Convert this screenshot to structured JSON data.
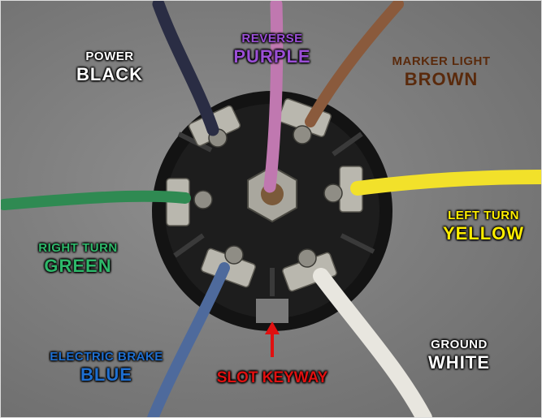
{
  "labels": {
    "power": {
      "function": "POWER",
      "color": "BLACK"
    },
    "reverse": {
      "function": "REVERSE",
      "color": "PURPLE"
    },
    "marker_light": {
      "function": "MARKER LIGHT",
      "color": "BROWN"
    },
    "left_turn": {
      "function": "LEFT TURN",
      "color": "YELLOW"
    },
    "right_turn": {
      "function": "RIGHT TURN",
      "color": "GREEN"
    },
    "electric_brake": {
      "function": "ELECTRIC BRAKE",
      "color": "BLUE"
    },
    "ground": {
      "function": "GROUND",
      "color": "WHITE"
    },
    "keyway": "SLOT KEYWAY"
  },
  "colors": {
    "black_wire": "#2a2d44",
    "purple_wire": "#c078b0",
    "brown_wire": "#8a5a3c",
    "yellow_wire": "#f2e12a",
    "green_wire": "#2f8a52",
    "blue_wire": "#4e6a9c",
    "white_wire": "#e8e6df",
    "label_white": "#ffffff",
    "label_purple": "#9b4fd6",
    "label_brown": "#5a2a0c",
    "label_yellow": "#ffee00",
    "label_green": "#2eb86a",
    "label_blue": "#1f6fd0",
    "label_red": "#e01010"
  }
}
